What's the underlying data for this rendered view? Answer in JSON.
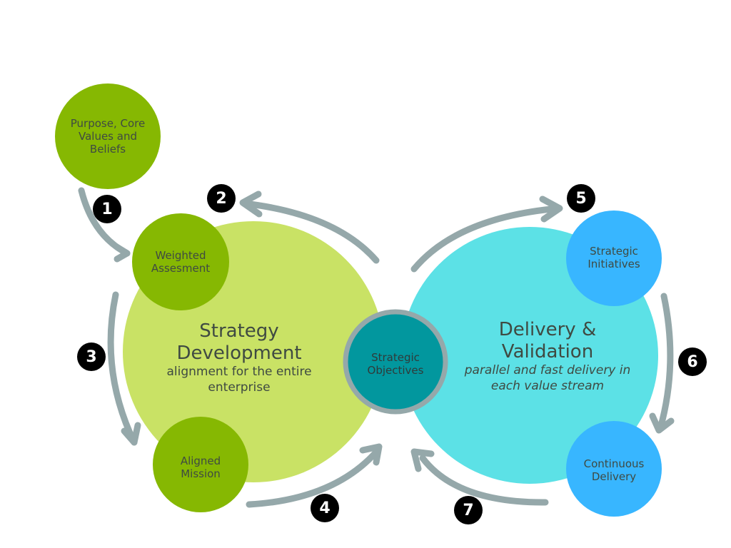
{
  "colors": {
    "strategy_big": "#c9e265",
    "strategy_small": "#86b802",
    "delivery_big": "#5ce1e6",
    "delivery_small": "#38b6ff",
    "center": "#02979e",
    "center_ring": "#95a8aa",
    "arrow": "#95a8aa",
    "badge": "#000000",
    "text": "#3f4a42"
  },
  "nodes": {
    "purpose": "Purpose, Core Values and Beliefs",
    "purpose_lines": [
      "Purpose, Core",
      "Values and",
      "Beliefs"
    ],
    "weighted": [
      "Weighted",
      "Assesment"
    ],
    "aligned": [
      "Aligned",
      "Mission"
    ],
    "objectives": [
      "Strategic",
      "Objectives"
    ],
    "initiatives": [
      "Strategic",
      "Initiatives"
    ],
    "continuous": [
      "Continuous",
      "Delivery"
    ]
  },
  "strategy": {
    "title": [
      "Strategy",
      "Development"
    ],
    "subtitle": [
      "alignment for the entire",
      "enterprise"
    ]
  },
  "delivery": {
    "title": [
      "Delivery &",
      "Validation"
    ],
    "subtitle": [
      "parallel and fast delivery in",
      "each value stream"
    ]
  },
  "steps": [
    "1",
    "2",
    "3",
    "4",
    "5",
    "6",
    "7"
  ]
}
